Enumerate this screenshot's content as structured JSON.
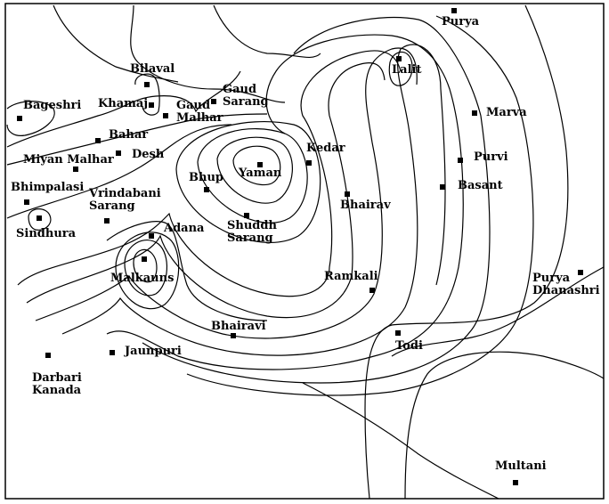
{
  "ragas": [
    {
      "id": "purya",
      "label": [
        "Purya"
      ]
    },
    {
      "id": "lalit",
      "label": [
        "Lalit"
      ]
    },
    {
      "id": "bilaval",
      "label": [
        "Bilaval"
      ]
    },
    {
      "id": "gaud-sarang",
      "label": [
        "Gaud",
        "Sarang"
      ]
    },
    {
      "id": "bageshri",
      "label": [
        "Bageshri"
      ]
    },
    {
      "id": "khamaj",
      "label": [
        "Khamaj"
      ]
    },
    {
      "id": "gaud-malhar",
      "label": [
        "Gaud",
        "Malhar"
      ]
    },
    {
      "id": "marva",
      "label": [
        "Marva"
      ]
    },
    {
      "id": "bahar",
      "label": [
        "Bahar"
      ]
    },
    {
      "id": "miyan-malhar",
      "label": [
        "Miyan Malhar"
      ]
    },
    {
      "id": "desh",
      "label": [
        "Desh"
      ]
    },
    {
      "id": "kedar",
      "label": [
        "Kedar"
      ]
    },
    {
      "id": "purvi",
      "label": [
        "Purvi"
      ]
    },
    {
      "id": "yaman",
      "label": [
        "Yaman"
      ]
    },
    {
      "id": "bhup",
      "label": [
        "Bhup"
      ]
    },
    {
      "id": "bhimpalasi",
      "label": [
        "Bhimpalasi"
      ]
    },
    {
      "id": "vrindabani-sarang",
      "label": [
        "Vrindabani",
        "Sarang"
      ]
    },
    {
      "id": "basant",
      "label": [
        "Basant"
      ]
    },
    {
      "id": "bhairav",
      "label": [
        "Bhairav"
      ]
    },
    {
      "id": "sindhura",
      "label": [
        "Sindhura"
      ]
    },
    {
      "id": "adana",
      "label": [
        "Adana"
      ]
    },
    {
      "id": "shuddh-sarang",
      "label": [
        "Shuddh",
        "Sarang"
      ]
    },
    {
      "id": "malkauns",
      "label": [
        "Malkauns"
      ]
    },
    {
      "id": "purya-dhanashri",
      "label": [
        "Purya",
        "Dhanashri"
      ]
    },
    {
      "id": "ramkali",
      "label": [
        "Ramkali"
      ]
    },
    {
      "id": "bhairavi",
      "label": [
        "Bhairavi"
      ]
    },
    {
      "id": "todi",
      "label": [
        "Todi"
      ]
    },
    {
      "id": "jaunpuri",
      "label": [
        "Jaunpuri"
      ]
    },
    {
      "id": "darbari-kanada",
      "label": [
        "Darbari",
        "Kanada"
      ]
    },
    {
      "id": "multani",
      "label": [
        "Multani"
      ]
    }
  ]
}
